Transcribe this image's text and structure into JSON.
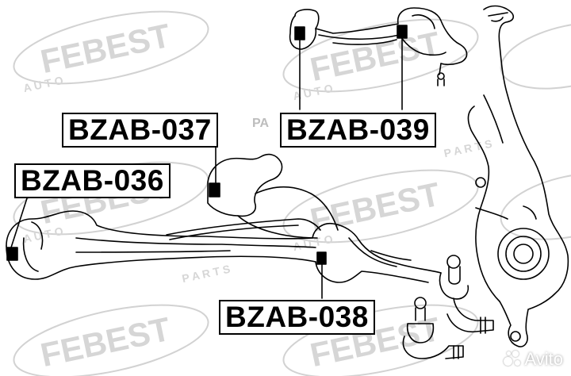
{
  "watermark": {
    "brand": "FEBEST",
    "sub_auto": "A U T O",
    "sub_parts": "P A R T S",
    "partial": "PA"
  },
  "labels": [
    {
      "id": "bzab-037",
      "text": "BZAB-037"
    },
    {
      "id": "bzab-039",
      "text": "BZAB-039"
    },
    {
      "id": "bzab-036",
      "text": "BZAB-036"
    },
    {
      "id": "bzab-038",
      "text": "BZAB-038"
    }
  ],
  "avito": {
    "text": "Avito"
  },
  "colors": {
    "line": "#000000",
    "watermark": "#d2d2d2",
    "bushing": "#000000"
  }
}
